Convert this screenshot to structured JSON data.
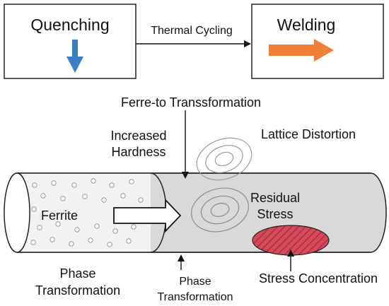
{
  "top": {
    "quenching_label": "Quenching",
    "thermal_cycling_label": "Thermal Cycling",
    "welding_label": "Welding"
  },
  "diagram": {
    "ferreto_label": "Ferre-to Transsformation",
    "increased_hardness_line1": "Increased",
    "increased_hardness_line2": "Hardness",
    "lattice_distortion_label": "Lattice Distortion",
    "residual_stress_line1": "Residual",
    "residual_stress_line2": "Stress",
    "ferrite_label": "Ferrite",
    "phase_left_line1": "Phase",
    "phase_left_line2": "Transformation",
    "phase_mid_line1": "Phase",
    "phase_mid_line2": "Transformation",
    "stress_concentration_label": "Stress Concentration"
  },
  "colors": {
    "quench_arrow": "#3b7dc4",
    "weld_arrow": "#ef7f36",
    "stress_fill": "#d9485a",
    "tube_gray": "#d9d9d9",
    "tube_light": "#f2f2f2"
  }
}
